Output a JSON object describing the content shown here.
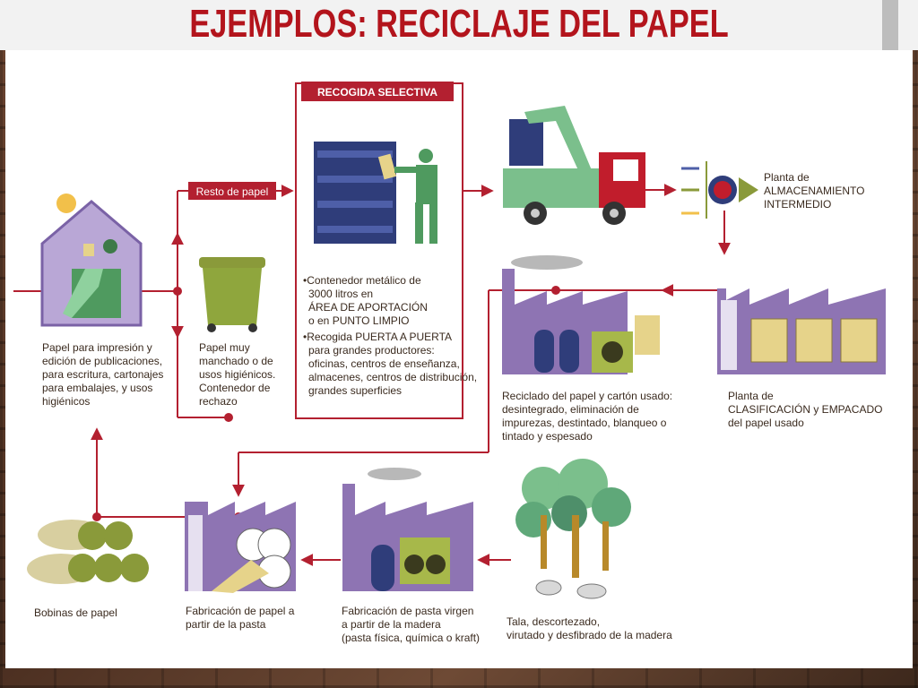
{
  "title": "EJEMPLOS: RECICLAJE DEL PAPEL",
  "colors": {
    "title_red": "#b3141c",
    "line_red": "#b32030",
    "purple": "#8e74b3",
    "green": "#7bbf8c",
    "navy": "#2f3d7a",
    "olive": "#8a9a3a"
  },
  "labels": {
    "resto_papel": "Resto de papel",
    "recogida_selectiva": "RECOGIDA SELECTIVA"
  },
  "nodes": {
    "papel_impresion": [
      "Papel para impresión y",
      "edición de publicaciones,",
      "para escritura, cartonajes",
      "para embalajes, y usos",
      "higiénicos"
    ],
    "papel_manchado": [
      "Papel muy",
      "manchado o de",
      "usos higiénicos.",
      "Contenedor de",
      "rechazo"
    ],
    "contenedor": [
      "•Contenedor metálico de",
      "3000 litros en",
      "ÁREA DE APORTACIÓN",
      "o en PUNTO LIMPIO",
      "•Recogida PUERTA A PUERTA",
      "para grandes productores:",
      "oficinas, centros de enseñanza,",
      "almacenes, centros de distribución,",
      "grandes superficies"
    ],
    "almacenamiento": [
      "Planta de",
      "ALMACENAMIENTO",
      "INTERMEDIO"
    ],
    "reciclado": [
      "Reciclado del papel y cartón usado:",
      "desintegrado, eliminación de",
      "impurezas, destintado, blanqueo o",
      "tintado y espesado"
    ],
    "clasificacion": [
      "Planta de",
      "CLASIFICACIÓN y EMPACADO",
      "del papel usado"
    ],
    "bobinas": [
      "Bobinas de papel"
    ],
    "fabricacion_papel": [
      "Fabricación de papel a",
      "partir de la pasta"
    ],
    "fabricacion_pasta": [
      "Fabricación de pasta virgen",
      "a partir de la madera",
      "(pasta física, química o kraft)"
    ],
    "tala": [
      "Tala, descortezado,",
      "virutado y desfibrado de la madera"
    ]
  }
}
